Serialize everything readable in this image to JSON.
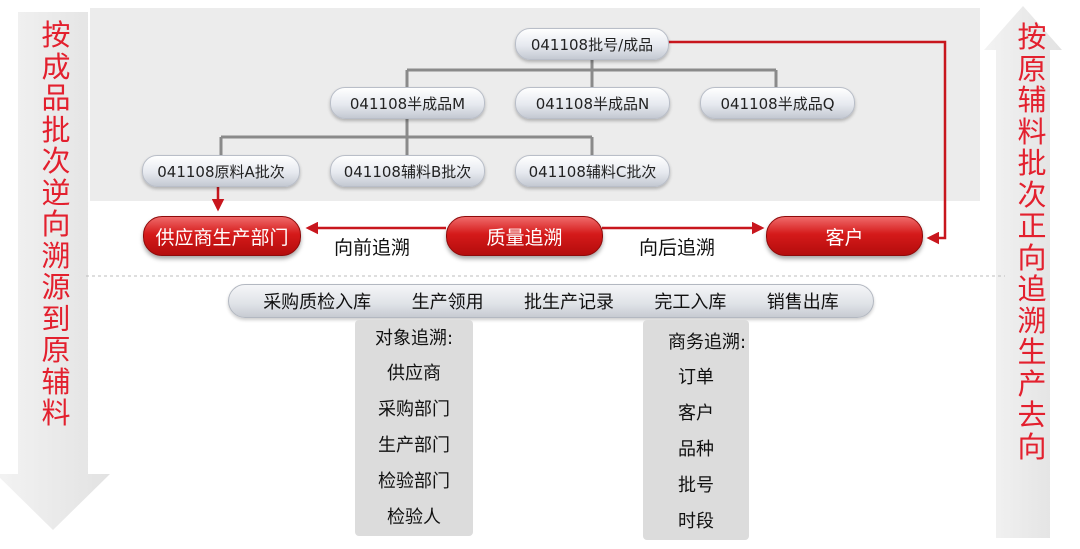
{
  "left_caption": [
    "按",
    "成",
    "品",
    "批",
    "次",
    "逆",
    "向",
    "溯",
    "源",
    "到",
    "原",
    "辅",
    "料"
  ],
  "right_caption": [
    "按",
    "原",
    "辅",
    "料",
    "批",
    "次",
    "正",
    "向",
    "追",
    "溯",
    "生",
    "产",
    "去",
    "向"
  ],
  "tree": {
    "root": "041108批号/成品",
    "semi": [
      "041108半成品M",
      "041108半成品N",
      "041108半成品Q"
    ],
    "raw": [
      "041108原料A批次",
      "041108辅料B批次",
      "041108辅料C批次"
    ]
  },
  "trace": {
    "supplier": "供应商生产部门",
    "quality": "质量追溯",
    "customer": "客户",
    "backward_label": "向前追溯",
    "forward_label": "向后追溯"
  },
  "process": [
    "采购质检入库",
    "生产领用",
    "批生产记录",
    "完工入库",
    "销售出库"
  ],
  "object_trace": {
    "title": "对象追溯:",
    "items": [
      "供应商",
      "采购部门",
      "生产部门",
      "检验部门",
      "检验人"
    ]
  },
  "business_trace": {
    "title": "商务追溯:",
    "items": [
      "订单",
      "客户",
      "品种",
      "批号",
      "时段"
    ]
  },
  "colors": {
    "accent_red": "#c8161d",
    "connector_gray": "#8a8a8a",
    "panel_gray": "#ececec"
  }
}
